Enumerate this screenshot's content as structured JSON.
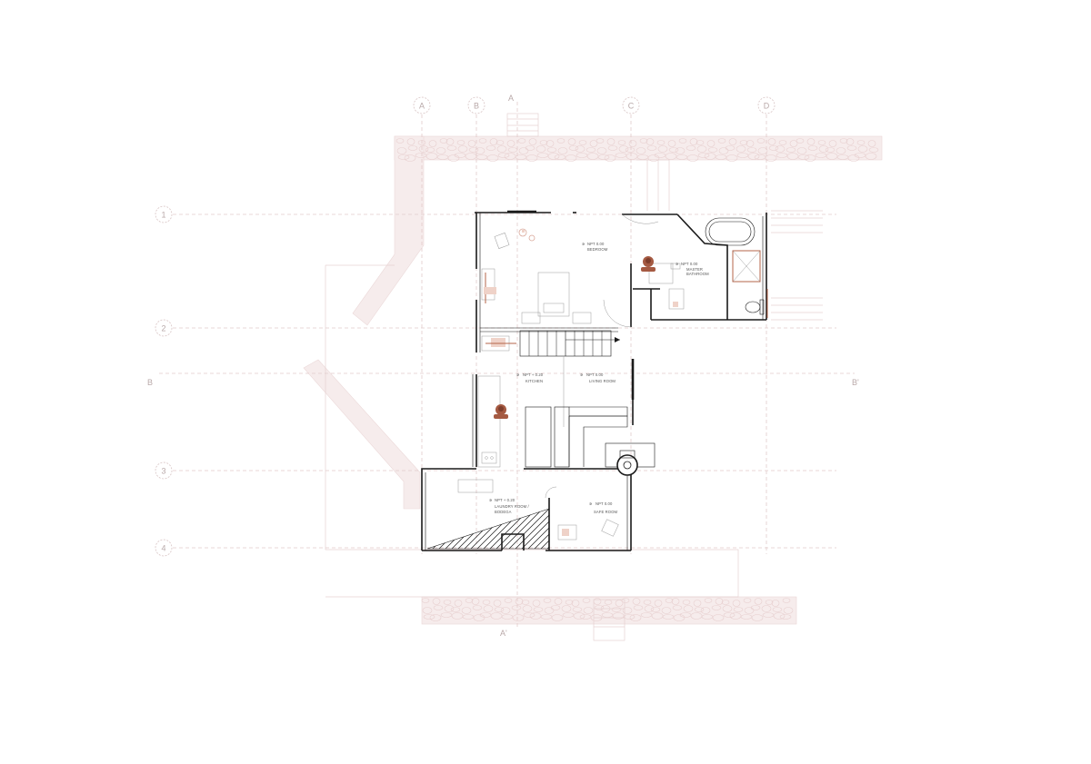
{
  "grid": {
    "columns": [
      "A",
      "B",
      "C",
      "D"
    ],
    "rows": [
      "1",
      "2",
      "3",
      "4"
    ],
    "section_marks": {
      "a_top": "A",
      "a_bottom": "A'",
      "b_left": "B",
      "b_right": "B'"
    }
  },
  "rooms": {
    "bedroom": {
      "level": "NPT 0.00",
      "name": "BEDROOM"
    },
    "master_bathroom": {
      "level": "NPT 0.00",
      "name_line1": "MASTER",
      "name_line2": "BATHROOM"
    },
    "kitchen": {
      "level": "NPT + 0.20",
      "name": "KITCHEN"
    },
    "living_room": {
      "level": "NPT 0.00",
      "name": "LIVING ROOM"
    },
    "laundry": {
      "level": "NPT + 0.20",
      "name_line1": "LAUNDRY ROOM /",
      "name_line2": "BODEGA"
    },
    "safe_room": {
      "level": "NPT 0.00",
      "name": "SAFE ROOM"
    }
  },
  "colors": {
    "wall": "#1a1a1a",
    "accent_furniture": "#b5654a",
    "stone_wall": "#f6ecec",
    "grid": "#e2caca"
  },
  "icons": [
    "level-marker-icon",
    "person-figure-icon",
    "stove-icon"
  ]
}
